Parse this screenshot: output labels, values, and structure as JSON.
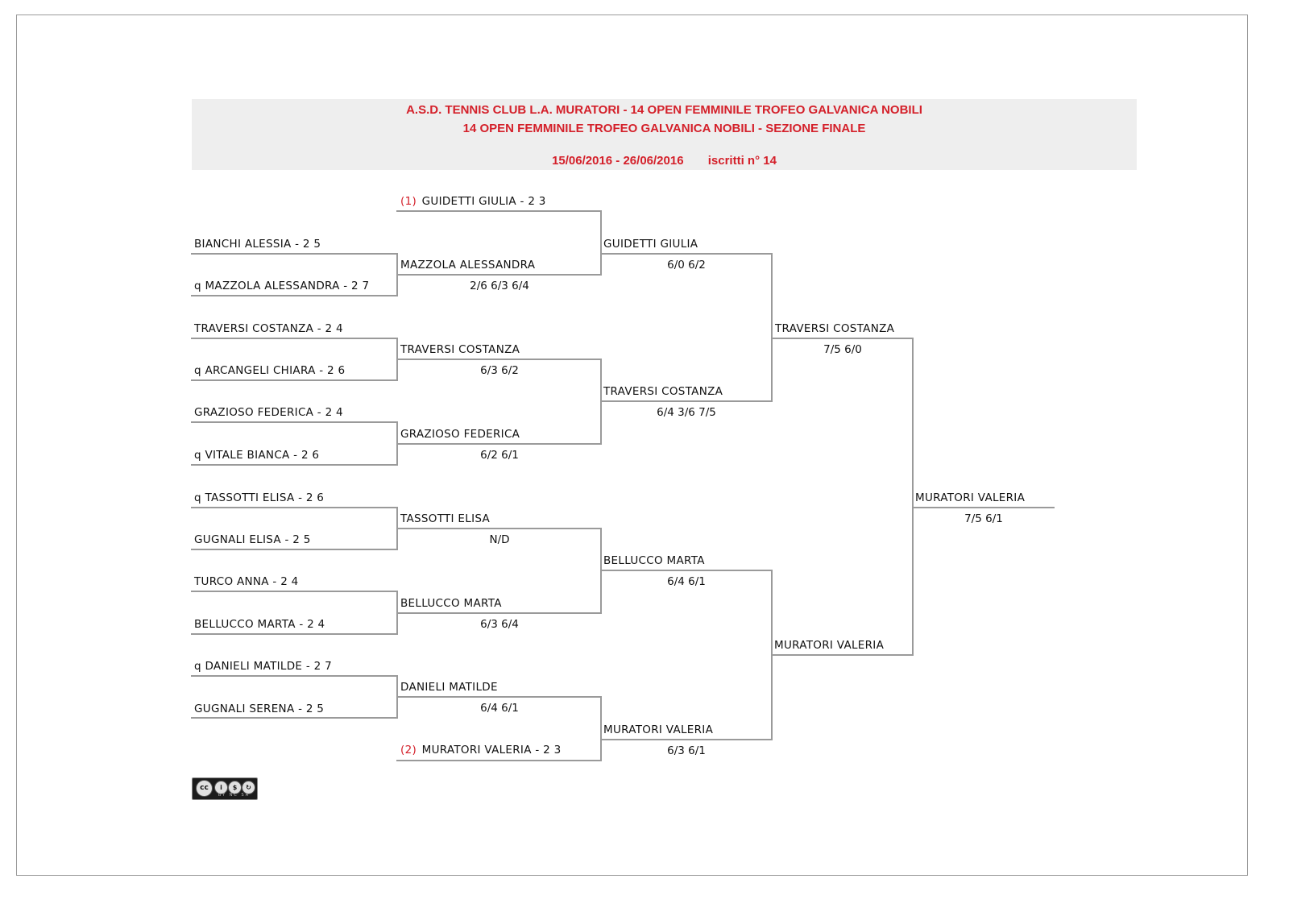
{
  "header": {
    "title_line1": "A.S.D. TENNIS CLUB L.A. MURATORI - 14 OPEN FEMMINILE TROFEO GALVANICA NOBILI",
    "title_line2": "14 OPEN FEMMINILE TROFEO GALVANICA NOBILI - SEZIONE FINALE",
    "dates": "15/06/2016 - 26/06/2016",
    "entries": "iscritti n° 14",
    "accent_color": "#d4202a"
  },
  "round1": [
    {
      "seed": "",
      "name": "BIANCHI ALESSIA - 2 5"
    },
    {
      "seed": "",
      "name": "q MAZZOLA ALESSANDRA - 2 7"
    },
    {
      "seed": "",
      "name": "TRAVERSI COSTANZA - 2 4"
    },
    {
      "seed": "",
      "name": "q ARCANGELI CHIARA - 2 6"
    },
    {
      "seed": "",
      "name": "GRAZIOSO FEDERICA - 2 4"
    },
    {
      "seed": "",
      "name": "q VITALE BIANCA - 2 6"
    },
    {
      "seed": "",
      "name": "q TASSOTTI ELISA - 2 6"
    },
    {
      "seed": "",
      "name": "GUGNALI ELISA - 2 5"
    },
    {
      "seed": "",
      "name": "TURCO ANNA - 2 4"
    },
    {
      "seed": "",
      "name": "BELLUCCO MARTA - 2 4"
    },
    {
      "seed": "",
      "name": "q DANIELI MATILDE - 2 7"
    },
    {
      "seed": "",
      "name": "GUGNALI SERENA - 2 5"
    }
  ],
  "round2": [
    {
      "seed": "(1)",
      "name": "GUIDETTI GIULIA - 2 3",
      "score": ""
    },
    {
      "seed": "",
      "name": "MAZZOLA ALESSANDRA",
      "score": "2/6 6/3 6/4"
    },
    {
      "seed": "",
      "name": "TRAVERSI COSTANZA",
      "score": "6/3 6/2"
    },
    {
      "seed": "",
      "name": "GRAZIOSO FEDERICA",
      "score": "6/2 6/1"
    },
    {
      "seed": "",
      "name": "TASSOTTI ELISA",
      "score": "N/D"
    },
    {
      "seed": "",
      "name": "BELLUCCO MARTA",
      "score": "6/3 6/4"
    },
    {
      "seed": "",
      "name": "DANIELI MATILDE",
      "score": "6/4 6/1"
    },
    {
      "seed": "(2)",
      "name": "MURATORI VALERIA - 2 3",
      "score": ""
    }
  ],
  "quarterfinals": [
    {
      "name": "GUIDETTI GIULIA",
      "score": "6/0 6/2"
    },
    {
      "name": "TRAVERSI COSTANZA",
      "score": "6/4 3/6 7/5"
    },
    {
      "name": "BELLUCCO MARTA",
      "score": "6/4 6/1"
    },
    {
      "name": "MURATORI VALERIA",
      "score": "6/3 6/1"
    }
  ],
  "semifinals": [
    {
      "name": "TRAVERSI COSTANZA",
      "score": "7/5 6/0"
    },
    {
      "name": "MURATORI VALERIA",
      "score": ""
    }
  ],
  "final": {
    "name": "MURATORI VALERIA",
    "score": "7/5 6/1"
  },
  "license": {
    "icon": "cc-by-nc-sa-icon",
    "strip": "BY NC SA"
  }
}
